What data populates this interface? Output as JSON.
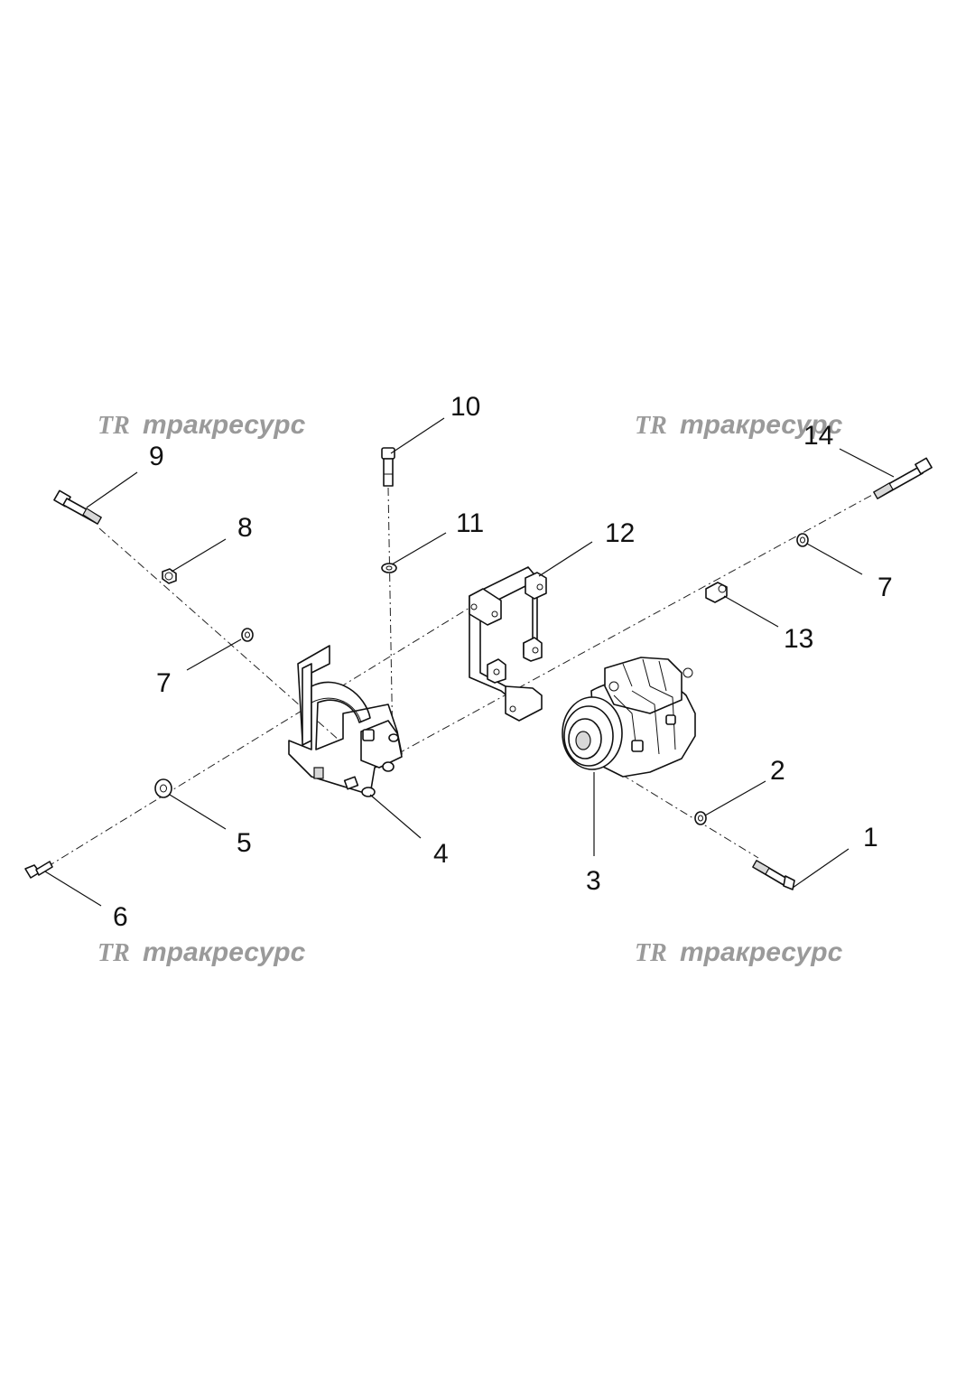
{
  "watermark": {
    "logo": "TR",
    "text": "тракресурс"
  },
  "callouts": {
    "c1": "1",
    "c2": "2",
    "c3": "3",
    "c4": "4",
    "c5": "5",
    "c6": "6",
    "c7a": "7",
    "c7b": "7",
    "c8": "8",
    "c9": "9",
    "c10": "10",
    "c11": "11",
    "c12": "12",
    "c13": "13",
    "c14": "14"
  },
  "parts": {
    "p1": "bolt",
    "p2": "washer",
    "p3": "ac-compressor",
    "p4": "mounting-bracket",
    "p5": "washer",
    "p6": "bolt",
    "p7": "washer",
    "p8": "nut",
    "p9": "bolt",
    "p10": "bolt",
    "p11": "washer",
    "p12": "support-bracket",
    "p13": "spacer",
    "p14": "bolt"
  }
}
